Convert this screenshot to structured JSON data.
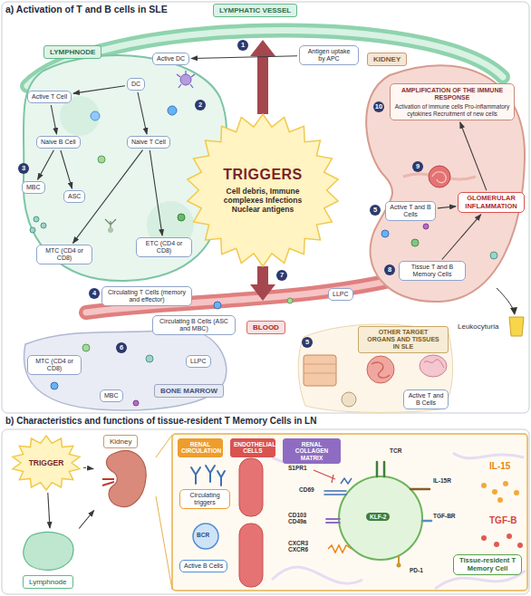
{
  "diagram": {
    "title": "a) Activation of T and B cells in SLE",
    "nodes": [
      {
        "text": [
          "LYMPHATIC VESSEL"
        ]
      },
      {
        "text": [
          "Active DC"
        ]
      },
      {
        "text": [
          "Antigen uptake by APC"
        ]
      },
      {
        "text": [
          "LYMPHNODE"
        ]
      },
      {
        "text": [
          "DC"
        ],
        "in": 3
      },
      {
        "text": [
          "Active T Cell"
        ],
        "in": 3
      },
      {
        "text": [
          "Naive B Cell"
        ],
        "in": 3
      },
      {
        "text": [
          "Naive T Cell"
        ],
        "in": 3
      },
      {
        "text": [
          "MBC"
        ],
        "in": 3
      },
      {
        "text": [
          "ASC"
        ],
        "in": 3
      },
      {
        "text": [
          "MTC (CD4 or CD8)"
        ],
        "in": 3
      },
      {
        "text": [
          "ETC (CD4 or CD8)"
        ],
        "in": 3
      },
      {
        "text": [
          "KIDNEY"
        ]
      },
      {
        "text": [
          "AMPLIFICATION OF THE IMMUNE RESPONSE",
          "Activation of immune cells Pro-inflammatory cytokines Recruitment of new cells"
        ],
        "in": 12
      },
      {
        "text": [
          "Active T and B Cells"
        ],
        "in": 12
      },
      {
        "text": [
          "GLOMERULAR INFLAMMATION"
        ],
        "in": 12
      },
      {
        "text": [
          "Tissue T and B Memory Cells"
        ],
        "in": 12
      },
      {
        "text": [
          "TRIGGERS",
          "Cell debris, Immune complexes Infections Nuclear antigens"
        ]
      },
      {
        "text": [
          "Circulating T Cells (memory and effector)"
        ]
      },
      {
        "text": [
          "LLPC"
        ]
      },
      {
        "text": [
          "Circulating B Cells (ASC and MBC)"
        ]
      },
      {
        "text": [
          "BLOOD"
        ]
      },
      {
        "text": [
          "BONE MARROW"
        ]
      },
      {
        "text": [
          "MTC (CD4 or CD8)"
        ],
        "in": 22
      },
      {
        "text": [
          "LLPC"
        ],
        "in": 22
      },
      {
        "text": [
          "MBC"
        ],
        "in": 22
      },
      {
        "text": [
          "OTHER TARGET ORGANS AND TISSUES IN SLE"
        ]
      },
      {
        "text": [
          "Active T and B Cells"
        ],
        "in": 26
      },
      {
        "text": [
          "TRIGGER"
        ]
      },
      {
        "text": [
          "Kidney"
        ]
      },
      {
        "text": [
          "Lymphnode"
        ]
      },
      {
        "text": [
          "RENAL CIRCULATION"
        ]
      },
      {
        "text": [
          "ENDOTHELIAL CELLS"
        ]
      },
      {
        "text": [
          "RENAL COLLAGEN MATRIX"
        ]
      },
      {
        "text": [
          "Circulating triggers"
        ]
      },
      {
        "text": [
          "Active B Cells"
        ]
      },
      {
        "text": [
          "Tissue-resident T Memory Cell"
        ]
      }
    ],
    "edges": [
      {
        "from": 2,
        "to": 1,
        "arrow": "to"
      },
      {
        "from": 4,
        "to": 5,
        "arrow": "to"
      },
      {
        "from": 4,
        "to": 7,
        "arrow": "to"
      },
      {
        "from": 5,
        "to": 6,
        "arrow": "to"
      },
      {
        "from": 6,
        "to": 8,
        "arrow": "to"
      },
      {
        "from": 6,
        "to": 9,
        "arrow": "to"
      },
      {
        "from": 7,
        "to": 10,
        "arrow": "to"
      },
      {
        "from": 7,
        "to": 11,
        "arrow": "to"
      },
      {
        "from": 14,
        "to": 15,
        "arrow": "to"
      },
      {
        "from": 16,
        "to": 15,
        "arrow": "to"
      },
      {
        "from": 15,
        "to": 13,
        "arrow": "to"
      },
      {
        "from": 28,
        "to": 30,
        "arrow": "to"
      },
      {
        "from": 28,
        "to": 29,
        "arrow": "to"
      },
      {
        "from": 30,
        "to": 29,
        "arrow": "to"
      }
    ],
    "labels": [
      "1",
      "2",
      "3",
      "4",
      "5",
      "5",
      "6",
      "7",
      "8",
      "9",
      "10",
      "Leukocyturia",
      "b) Characteristics and functions of tissue-resident T Memory Cells in LN",
      "BCR",
      "S1PR1",
      "CD69",
      "TCR",
      "IL-15R",
      "KLF-2",
      "TGF-BR",
      "IL-15",
      "TGF-B",
      "CD103 CD49a",
      "CXCR3 CXCR6",
      "PD-1"
    ]
  }
}
